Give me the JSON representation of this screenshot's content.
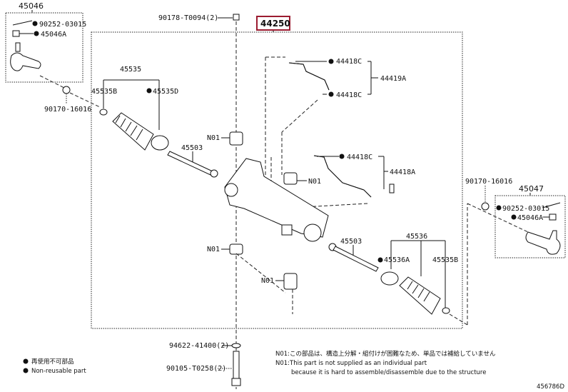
{
  "assembly": {
    "number": "44250",
    "highlight_color": "#9b1b30"
  },
  "left_tie_rod": {
    "assembly": "45046",
    "bolt": "90252-03015",
    "nut": "45046A",
    "washer": "90170-16016"
  },
  "right_tie_rod": {
    "assembly": "45047",
    "bolt": "90252-03015",
    "nut": "45046A",
    "washer": "90170-16016"
  },
  "top_nut": "90178-T0094(2)",
  "pipes": {
    "union_1": "44418C",
    "pipe_1": "44419A",
    "union_2": "44418C",
    "union_3": "44418C",
    "pipe_2": "44418A"
  },
  "left_boot": {
    "kit": "45535",
    "clamp_small": "45535B",
    "clamp_large": "45535D"
  },
  "right_boot": {
    "kit": "45536",
    "clamp_large": "45536A",
    "clamp_small": "45535B"
  },
  "rack_ends": {
    "left": "45503",
    "right": "45503"
  },
  "n01_labels": [
    "N01",
    "N01",
    "N01",
    "N01"
  ],
  "bottom_parts": {
    "washer": "94622-41400(2)",
    "bolt": "90105-T0258(2)"
  },
  "legend": {
    "jp": "再使用不可部品",
    "en": "Non-reusable part"
  },
  "notes": {
    "jp": "N01:この部品は、構造上分解・組付けが困難なため、単品では補給していません",
    "en1": "N01:This part is not supplied as an individual part",
    "en2": "because it is hard to assemble/disassemble due to the structure"
  },
  "diagram_id": "456786D"
}
